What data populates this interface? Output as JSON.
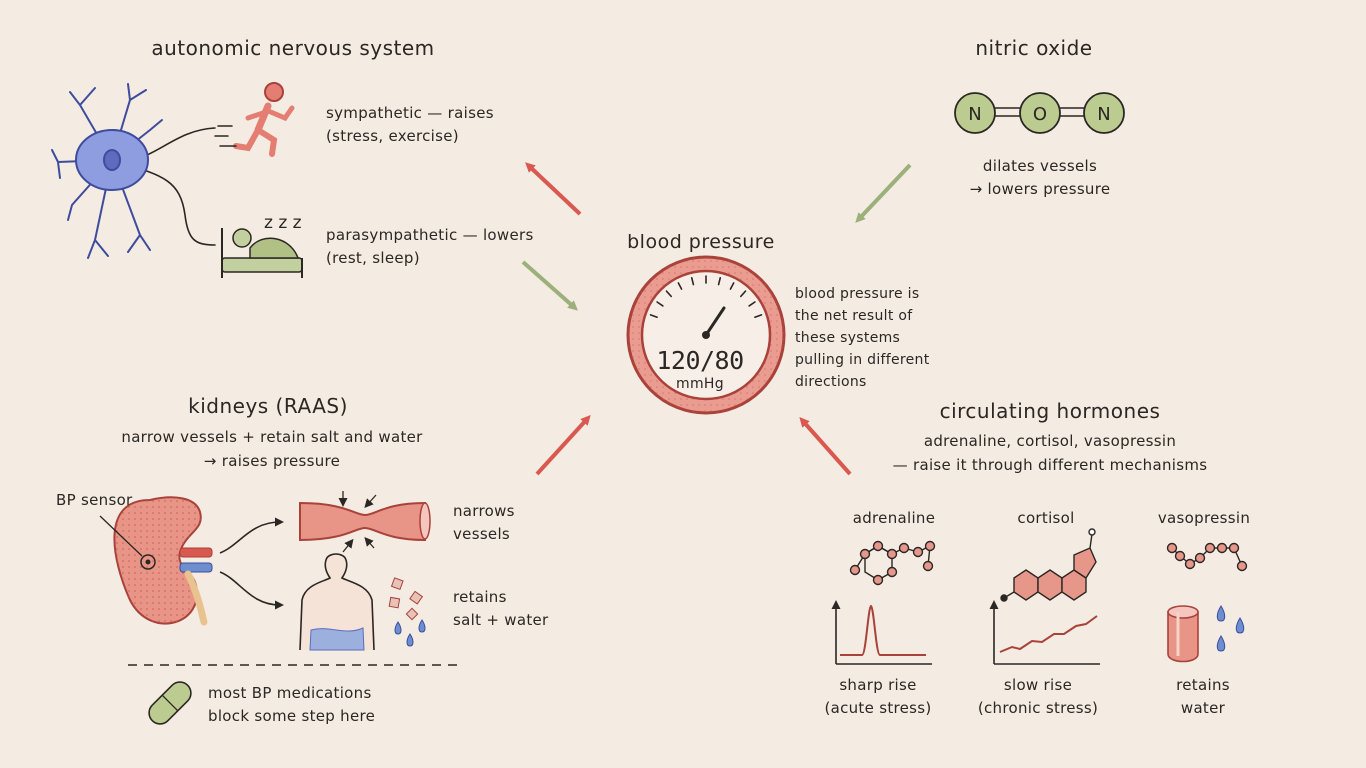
{
  "colors": {
    "background": "#f4ebe2",
    "raise": "#d9584f",
    "lower": "#9bb07a",
    "ink": "#2b2724",
    "kidney": "#e38c7f",
    "neuron": "#7f8fd6"
  },
  "center": {
    "title": "blood pressure",
    "reading": "120/80",
    "unit": "mmHg",
    "note": [
      "blood pressure is",
      "the net result of",
      "these systems",
      "pulling in different",
      "directions"
    ]
  },
  "ans": {
    "title": "autonomic nervous system",
    "sympathetic": [
      "sympathetic — raises",
      "(stress, exercise)"
    ],
    "parasympathetic": [
      "parasympathetic — lowers",
      "(rest, sleep)"
    ],
    "sleep_symbol": "z z z"
  },
  "no": {
    "title": "nitric oxide",
    "atoms": [
      "N",
      "O",
      "N"
    ],
    "desc": [
      "dilates vessels",
      "→ lowers pressure"
    ]
  },
  "kidneys": {
    "title": "kidneys (RAAS)",
    "desc": [
      "narrow vessels + retain salt and water",
      "→ raises pressure"
    ],
    "sensor": "BP sensor",
    "narrows": [
      "narrows",
      "vessels"
    ],
    "retains": [
      "retains",
      "salt + water"
    ],
    "meds": [
      "most BP medications",
      "block some step here"
    ]
  },
  "hormones": {
    "title": "circulating hormones",
    "desc": [
      "adrenaline, cortisol, vasopressin",
      "— raise it through different mechanisms"
    ],
    "items": [
      {
        "name": "adrenaline",
        "effect": [
          "sharp rise",
          "(acute stress)"
        ]
      },
      {
        "name": "cortisol",
        "effect": [
          "slow rise",
          "(chronic stress)"
        ]
      },
      {
        "name": "vasopressin",
        "effect": [
          "retains",
          "water"
        ]
      }
    ]
  }
}
